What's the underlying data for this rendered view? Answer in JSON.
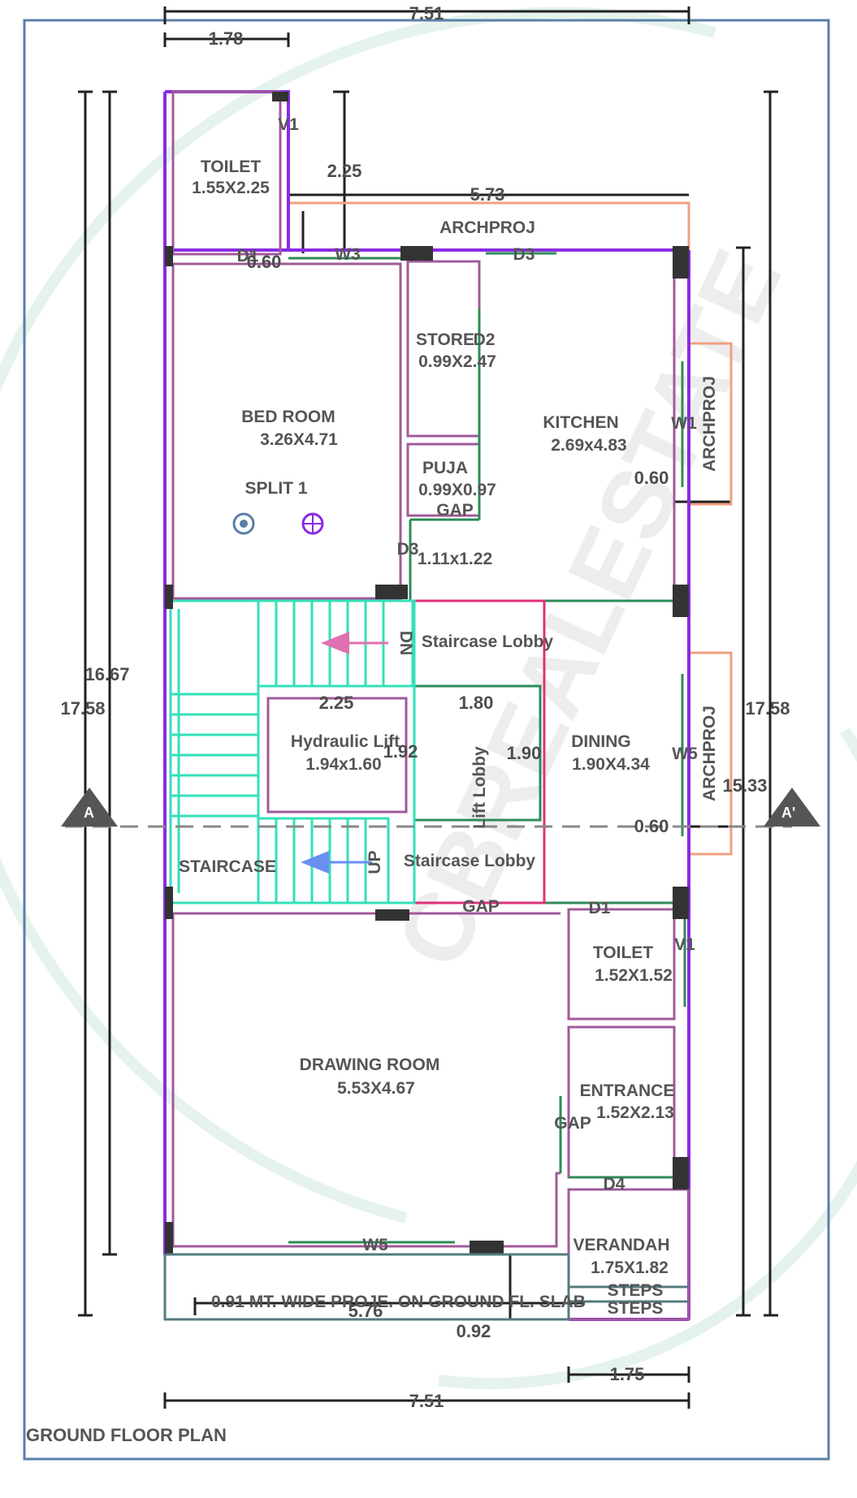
{
  "title": "GROUND FLOOR PLAN",
  "rooms": {
    "toilet_top": {
      "name": "TOILET",
      "size": "1.55X2.25"
    },
    "bedroom": {
      "name": "BED ROOM",
      "size": "3.26X4.71"
    },
    "split": "SPLIT 1",
    "store": {
      "name": "STORE",
      "size": "0.99X2.47"
    },
    "puja": {
      "name": "PUJA",
      "size": "0.99X0.97"
    },
    "kitchen": {
      "name": "KITCHEN",
      "size": "2.69x4.83"
    },
    "lobby_space": "1.11x1.22",
    "staircase_lobby_top": "Staircase Lobby",
    "staircase_lobby_bottom": "Staircase Lobby",
    "lift": {
      "name": "Hydraulic Lift",
      "size": "1.94x1.60"
    },
    "lift_lobby": "Lift Lobby",
    "dining": {
      "name": "DINING",
      "size": "1.90X4.34"
    },
    "staircase": "STAIRCASE",
    "toilet_bottom": {
      "name": "TOILET",
      "size": "1.52X1.52"
    },
    "drawing": {
      "name": "DRAWING ROOM",
      "size": "5.53X4.67"
    },
    "entrance": {
      "name": "ENTRANCE",
      "size": "1.52X2.13"
    },
    "verandah": {
      "name": "VERANDAH",
      "size": "1.75X1.82"
    },
    "steps1": "STEPS",
    "steps2": "STEPS",
    "proj_note": "0.91 MT. WIDE PROJE. ON GROUND FL. SLAB"
  },
  "tags": {
    "archproj_top": "ARCHPROJ",
    "archproj_right1": "ARCHPROJ",
    "archproj_right2": "ARCHPROJ",
    "v1_top": "V1",
    "v1_bottom": "V1",
    "d1_top": "D1",
    "w3": "W3",
    "d3_top": "D3",
    "d2": "D2",
    "w1": "W1",
    "gap_puja": "GAP",
    "d3_mid": "D3",
    "up": "UP",
    "dn": "DN",
    "w5_right": "W5",
    "gap_mid": "GAP",
    "d1_bottom": "D1",
    "gap_entrance": "GAP",
    "d4": "D4",
    "w5_bottom": "W5",
    "section_a_left": "A",
    "section_a_right": "A'"
  },
  "dims": {
    "top_total": "7.51",
    "bottom_total": "7.51",
    "toilet_w": "1.78",
    "toilet_h": "2.25",
    "archproj_w": "5.73",
    "d1_gap": "0.60",
    "kitchen_proj": "0.60",
    "dining_proj": "0.60",
    "left_inner": "16.67",
    "left_outer": "17.58",
    "right_outer": "17.58",
    "right_inner": "15.33",
    "stair_225": "2.25",
    "lift_180": "1.80",
    "lift_190": "1.90",
    "lift_192": "1.92",
    "proj_576": "5.76",
    "proj_092": "0.92",
    "verandah_w": "1.75"
  },
  "watermark": "CBREALESTATE",
  "colors": {
    "wall": "#8a2be2",
    "room": "#a05a9a",
    "stair": "#33e0b8",
    "green": "#2e8b57",
    "proj": "#f0a080",
    "pink": "#e0307a",
    "frame": "#5a7fa8",
    "dim": "#222222"
  }
}
